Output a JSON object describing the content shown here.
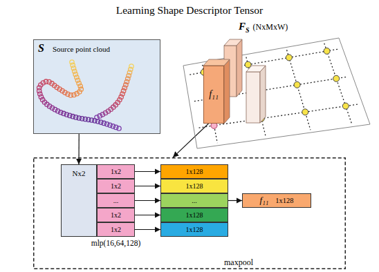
{
  "diagram": {
    "title": "Learning Shape Descriptor Tensor",
    "nodes": [
      {
        "text": [
          "S",
          "Source point cloud"
        ]
      },
      {
        "text": [
          "F",
          "S",
          "(NxMxW)"
        ]
      },
      {
        "text": [
          "f₁₁"
        ],
        "in": 1
      },
      {
        "text": [
          "mlp(16,64,128)",
          "maxpool"
        ]
      },
      {
        "text": [
          "Nx2"
        ],
        "in": 3
      },
      {
        "text": [
          "1x2"
        ],
        "in": 3
      },
      {
        "text": [
          "1x2"
        ],
        "in": 3
      },
      {
        "text": [
          "..."
        ],
        "in": 3
      },
      {
        "text": [
          "1x2"
        ],
        "in": 3
      },
      {
        "text": [
          "1x2"
        ],
        "in": 3
      },
      {
        "text": [
          "1x128"
        ],
        "in": 3
      },
      {
        "text": [
          "1x128"
        ],
        "in": 3
      },
      {
        "text": [
          "..."
        ],
        "in": 3
      },
      {
        "text": [
          "1x128"
        ],
        "in": 3
      },
      {
        "text": [
          "1x128"
        ],
        "in": 3
      },
      {
        "text": [
          "f₁₁",
          "1x128"
        ],
        "in": 3
      }
    ],
    "edges": [
      {
        "from": 0,
        "to": 4,
        "arrow": "to"
      },
      {
        "from": 2,
        "to": 3,
        "arrow": "to"
      },
      {
        "from": 5,
        "to": 10,
        "arrow": "to"
      },
      {
        "from": 6,
        "to": 11,
        "arrow": "to"
      },
      {
        "from": 7,
        "to": 12,
        "arrow": "to"
      },
      {
        "from": 8,
        "to": 13,
        "arrow": "to"
      },
      {
        "from": 9,
        "to": 14,
        "arrow": "to"
      },
      {
        "from": 12,
        "to": 15,
        "arrow": "to"
      }
    ]
  }
}
